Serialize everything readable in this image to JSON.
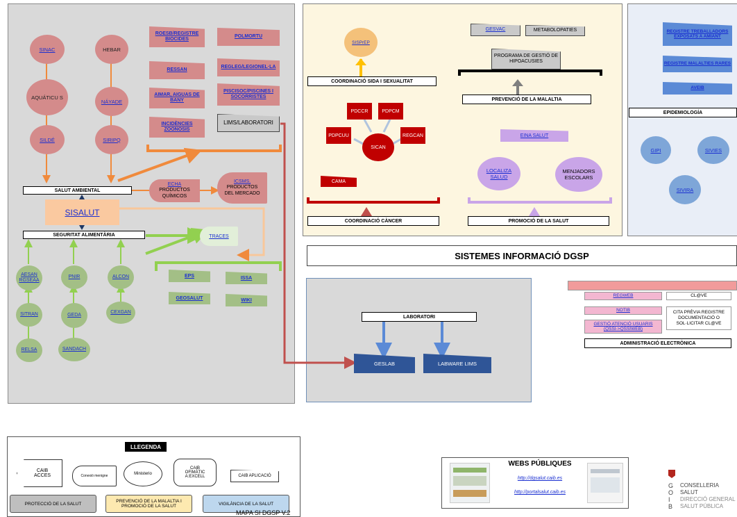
{
  "colors": {
    "protection_grey": "#d9d9d9",
    "prevention_yellow": "#fdf6e0",
    "surveillance_blue": "#e9eef7",
    "pink_node": "#d48b8b",
    "green_node": "#a3bf86",
    "orange_arrow": "#f08a3c",
    "green_arrow": "#92d050",
    "red_arrow": "#c0504d",
    "lab_blue": "#2f5597"
  },
  "ambiental": {
    "circles": [
      "SINAC",
      "HEBAR",
      "AQUÁTICU S",
      "NÁYADE",
      "SILDÉ",
      "SIRIPQ"
    ],
    "cards": [
      "ROESB/REGISTRE BIOCIDES",
      "POLMORTU",
      "RESSAN",
      "REGLEG/LEGIONEL·LA",
      "AIMAR, AIGUAS DE BANY",
      "PISCISOC/PISCINES I SOCORRISTES",
      "INCIDÈNCIES ZOONOSIS",
      "LIMS/LABORATORI"
    ],
    "bar_label": "SALUT AMBIENTAL",
    "echa": [
      "ECHA",
      "PRODUCTOS QUÍMICOS"
    ],
    "icsms": [
      "ICSMS,",
      "PRODUCTOS DEL MERCADO"
    ],
    "sisalut": "SISALUT"
  },
  "alimentaria": {
    "bar_label": "SEGURITAT ALIMENTÀRIA",
    "traces": "TRACES",
    "circles": [
      "AESAN RGSEAA",
      "PNIR",
      "ALCON",
      "SITRAN",
      "GEDA",
      "CEXGAN",
      "RELSA",
      "SANDACH"
    ],
    "cards": [
      "EPS",
      "ISSA",
      "GEOSALUT",
      "WIKI"
    ]
  },
  "prevencio": {
    "sisprep": "SISPrEP",
    "coord_sida": "COORDINACIÓ SIDA I SEXUALITAT",
    "gesvac": "GESVAC",
    "metabolopaties": "METABOLOPATIES",
    "hipoacusies": "PROGRAMA DE GESTIÓ DE HIPOACUSIES",
    "prev_malaltia": "PREVENCIÓ DE LA MALALTIA",
    "cancer_nodes": [
      "PDCCR",
      "PDPCM",
      "PDPCUU",
      "SICAN",
      "REGCAN",
      "CAMA"
    ],
    "coord_cancer": "COORDINACIÓ CÀNCER",
    "eina_salut": "EINA SALUT",
    "localiza": "LOCALIZA SALUD",
    "menjadors": "MENJADORS ESCOLARS",
    "promocio": "PROMOCIÓ DE LA SALUT"
  },
  "epidemiologia": {
    "cards": [
      "REGISTRE TREBALLADORS EXPOSATS A AMIANT",
      "REGISTRE MALALTIES RARES",
      "AVEIB"
    ],
    "label": "EPIDEMIOLOGÍA",
    "circles": [
      "GIPI",
      "SIVIES",
      "SIVIRA"
    ]
  },
  "main_title": "SISTEMES INFORMACIÓ DGSP",
  "laboratori": {
    "label": "LABORATORI",
    "geslab": "GESLAB",
    "labware": "LABWARE LIMS"
  },
  "administracio": {
    "regweb": "REGWEB",
    "clave": "CL@VE",
    "notib": "NOTIB",
    "cita": "CITA PRÈVIA REGISTRE DOCUMENTACIÓ O SOL·LICITAR CL@VE",
    "gestio": "GESTIÓ ATENCIÓ USUARIS (QSSI->QSSIWEB)",
    "label": "ADMINISTRACIÓ ELECTRÒNICA"
  },
  "legend": {
    "title": "LLEGENDA",
    "caib_acces": "CAIB ACCES",
    "conexio": "Conexió menigne",
    "ministerio": "Ministerio",
    "ofimatic": "CAIB OFIMÀTIC A:EXCELL",
    "aplicacio": "CAIB APLICACIÓ",
    "proteccio": "PROTECCIÓ DE LA SALUT",
    "prevencio": "PREVENCIÓ DE LA MALALTIA I PROMOCIÓ DE LA SALUT",
    "vigilancia": "VIGILÀNCIA DE LA SALUT"
  },
  "version": "MAPA SI DGSP V.2",
  "webs": {
    "title": "WEBS PÚBLIQUES",
    "url1": "http://dgsalut.caib.es",
    "url2": "http://portalsalut.caib.es"
  },
  "govern": {
    "letters": [
      "G",
      "O",
      "I",
      "B"
    ],
    "lines": [
      "CONSELLERIA",
      "SALUT",
      "DIRECCIÓ GENERAL",
      "SALUT PÚBLICA"
    ]
  }
}
